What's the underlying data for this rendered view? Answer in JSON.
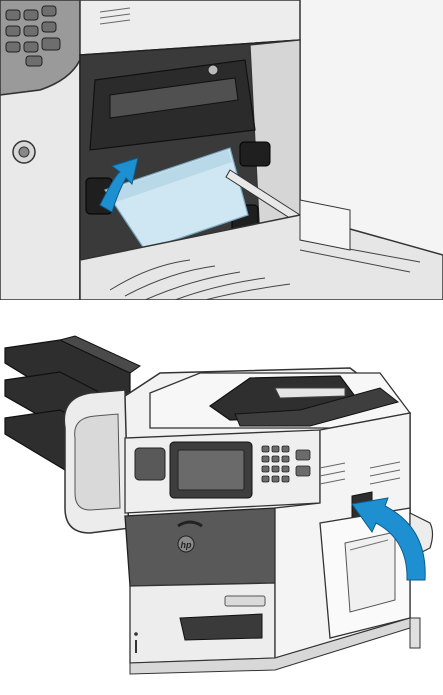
{
  "illustration_top": {
    "step": "remove-jammed-paper-from-fuser-area",
    "arrow_color": "#1e8fd0",
    "paper_color": "#cfe7f2"
  },
  "illustration_bottom": {
    "step": "close-right-door",
    "arrow_color": "#1e8fd0",
    "brand_logo": "hp",
    "body_color": "#f2f2f2",
    "panel_color": "#595959"
  }
}
